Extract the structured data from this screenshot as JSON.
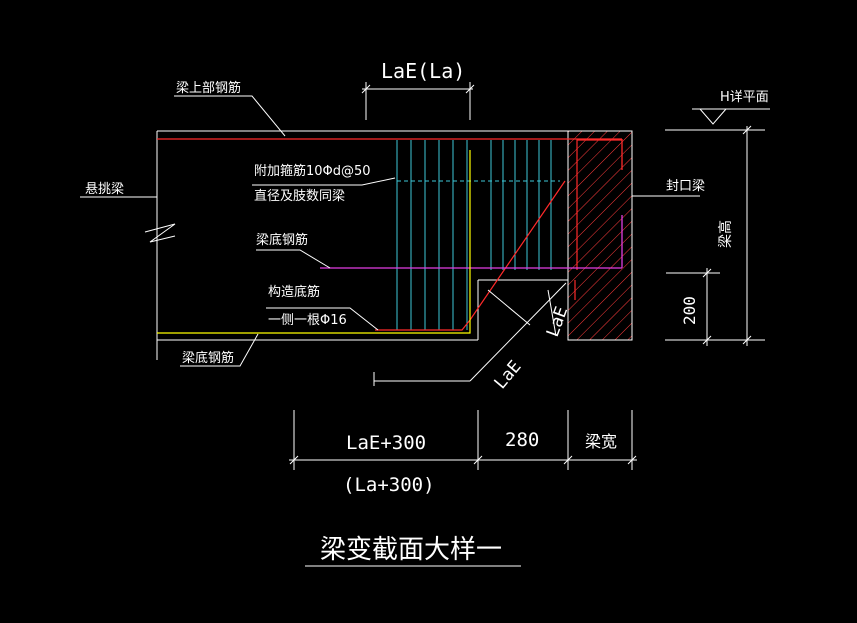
{
  "colors": {
    "background": "#000000",
    "line": "#ffffff",
    "top_bar": "#ff2a2a",
    "stirrup": "#3ec8d8",
    "bottom_bar": "#e23ee2",
    "structural_bar": "#ffff00",
    "anchorage": "#ff2a2a"
  },
  "labels": {
    "beam_top_bar": "梁上部钢筋",
    "cantilever_beam": "悬挑梁",
    "extra_stirrup_line1": "附加箍筋10Φd@50",
    "extra_stirrup_line2": "直径及肢数同梁",
    "beam_bottom_bar_inner": "梁底钢筋",
    "structural_bottom_line1": "构造底筋",
    "structural_bottom_line2": "一侧一根Φ16",
    "beam_bottom_bar_outer": "梁底钢筋",
    "closing_beam": "封口梁",
    "h_plane": "H详平面",
    "beam_height": "梁高",
    "dim_200": "200",
    "dim_lae_la": "LaE(La)",
    "dim_lae_diag": "LaE",
    "dim_lae_vertical": "LaE",
    "dim_lae300": "LaE+300",
    "dim_la300": "(La+300)",
    "dim_280": "280",
    "dim_beam_width": "梁宽",
    "title": "梁变截面大样一"
  }
}
